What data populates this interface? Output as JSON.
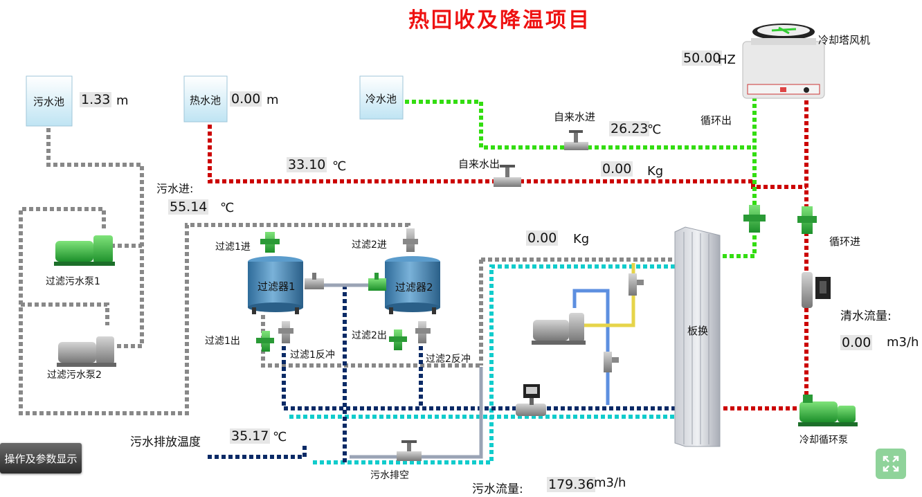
{
  "title": "热回收及降温项目",
  "tanks": {
    "sewage": {
      "name": "污水池",
      "level": "1.33",
      "unit": "m"
    },
    "hot": {
      "name": "热水池",
      "level": "0.00",
      "unit": "m"
    },
    "cold": {
      "name": "冷水池"
    }
  },
  "cooling_tower": {
    "label": "冷却塔风机",
    "freq": "50.00",
    "freq_unit": "HZ"
  },
  "labels": {
    "loop_out": "循环出",
    "loop_in": "循环进",
    "tap_in": "自来水进",
    "tap_out": "自来水出",
    "sewage_in": "污水进:",
    "sewage_pump1": "过滤污水泵1",
    "sewage_pump2": "过滤污水泵2",
    "filter1": "过滤器1",
    "filter2": "过滤器2",
    "filter1_in": "过滤1进",
    "filter1_out": "过滤1出",
    "filter1_backwash": "过滤1反冲",
    "filter2_in": "过滤2进",
    "filter2_out": "过滤2出",
    "filter2_backwash": "过滤2反冲",
    "plate_hx": "板换",
    "cooling_pump": "冷却循环泵",
    "drain": "污水排空",
    "clean_flow": "清水流量:",
    "discharge_temp": "污水排放温度",
    "sewage_flow": "污水流量:"
  },
  "readings": {
    "tap_in_temp": "26.23",
    "tap_in_temp_unit": "℃",
    "tap_out_temp": "33.10",
    "tap_out_temp_unit": "℃",
    "tap_out_kg": "0.00",
    "tap_out_kg_unit": "Kg",
    "sewage_in_temp": "55.14",
    "sewage_in_temp_unit": "℃",
    "mid_kg": "0.00",
    "mid_kg_unit": "Kg",
    "clean_flow": "0.00",
    "clean_flow_unit": "m3/h",
    "discharge_temp": "35.17",
    "discharge_temp_unit": "℃",
    "sewage_flow": "179.36",
    "sewage_flow_unit": "m3/h"
  },
  "buttons": {
    "ops": "操作及参数显示"
  },
  "icons": {
    "fullscreen": "expand-icon"
  },
  "colors": {
    "title": "#ee1111",
    "hot_pipe": "#cc0000",
    "cold_pipe": "#33dd11",
    "sewage_pipe": "#888888",
    "clean_pipe": "#11cccc",
    "backwash_pipe": "#0a2a66",
    "discharge_pipe": "#1a3a6a"
  }
}
